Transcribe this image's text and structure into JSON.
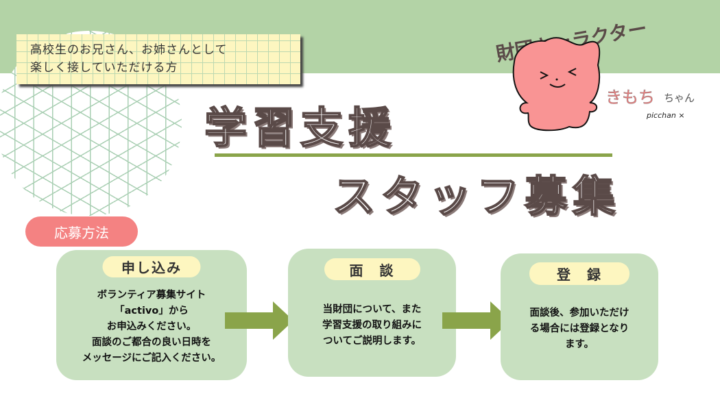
{
  "note": {
    "line1": "高校生のお兄さん、お姉さんとして",
    "line2": "楽しく接していただける方"
  },
  "title": {
    "line1": "学習支援",
    "line2": "スタッフ募集"
  },
  "character": {
    "caption": "財団キャラクター",
    "name_main": "きもち",
    "name_suffix": "ちゃん",
    "credit": "picchan ×"
  },
  "method_label": "応募方法",
  "steps": [
    {
      "label": "申し込み",
      "lines": [
        "ボランティア募集サイト",
        "「activo」から",
        "お申込みください。",
        "面談のご都合の良い日時を",
        "メッセージにご記入ください。"
      ]
    },
    {
      "label": "面　談",
      "lines": [
        "当財団について、また",
        "学習支援の取り組みに",
        "ついてご説明します。"
      ]
    },
    {
      "label": "登　録",
      "lines": [
        "面談後、参加いただけ",
        "る場合には登録となり",
        "ます。"
      ]
    }
  ],
  "colors": {
    "band": "#b3d3a6",
    "accent": "#8aa44a",
    "pill": "#f48282",
    "box": "#c8e0c0",
    "label": "#fdf6c0"
  }
}
